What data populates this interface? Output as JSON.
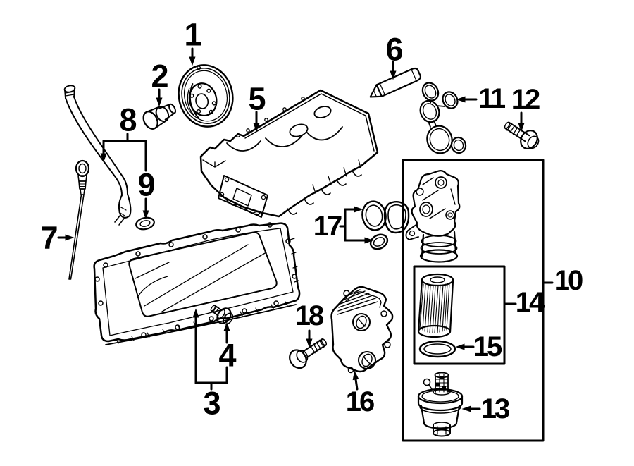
{
  "colors": {
    "background": "#ffffff",
    "line": "#000000"
  },
  "callouts": [
    {
      "text": "1"
    },
    {
      "text": "2"
    },
    {
      "text": "3"
    },
    {
      "text": "4"
    },
    {
      "text": "5"
    },
    {
      "text": "6"
    },
    {
      "text": "7"
    },
    {
      "text": "8"
    },
    {
      "text": "9"
    },
    {
      "text": "10"
    },
    {
      "text": "11"
    },
    {
      "text": "12"
    },
    {
      "text": "13"
    },
    {
      "text": "14"
    },
    {
      "text": "15"
    },
    {
      "text": "16"
    },
    {
      "text": "17"
    },
    {
      "text": "18"
    }
  ]
}
